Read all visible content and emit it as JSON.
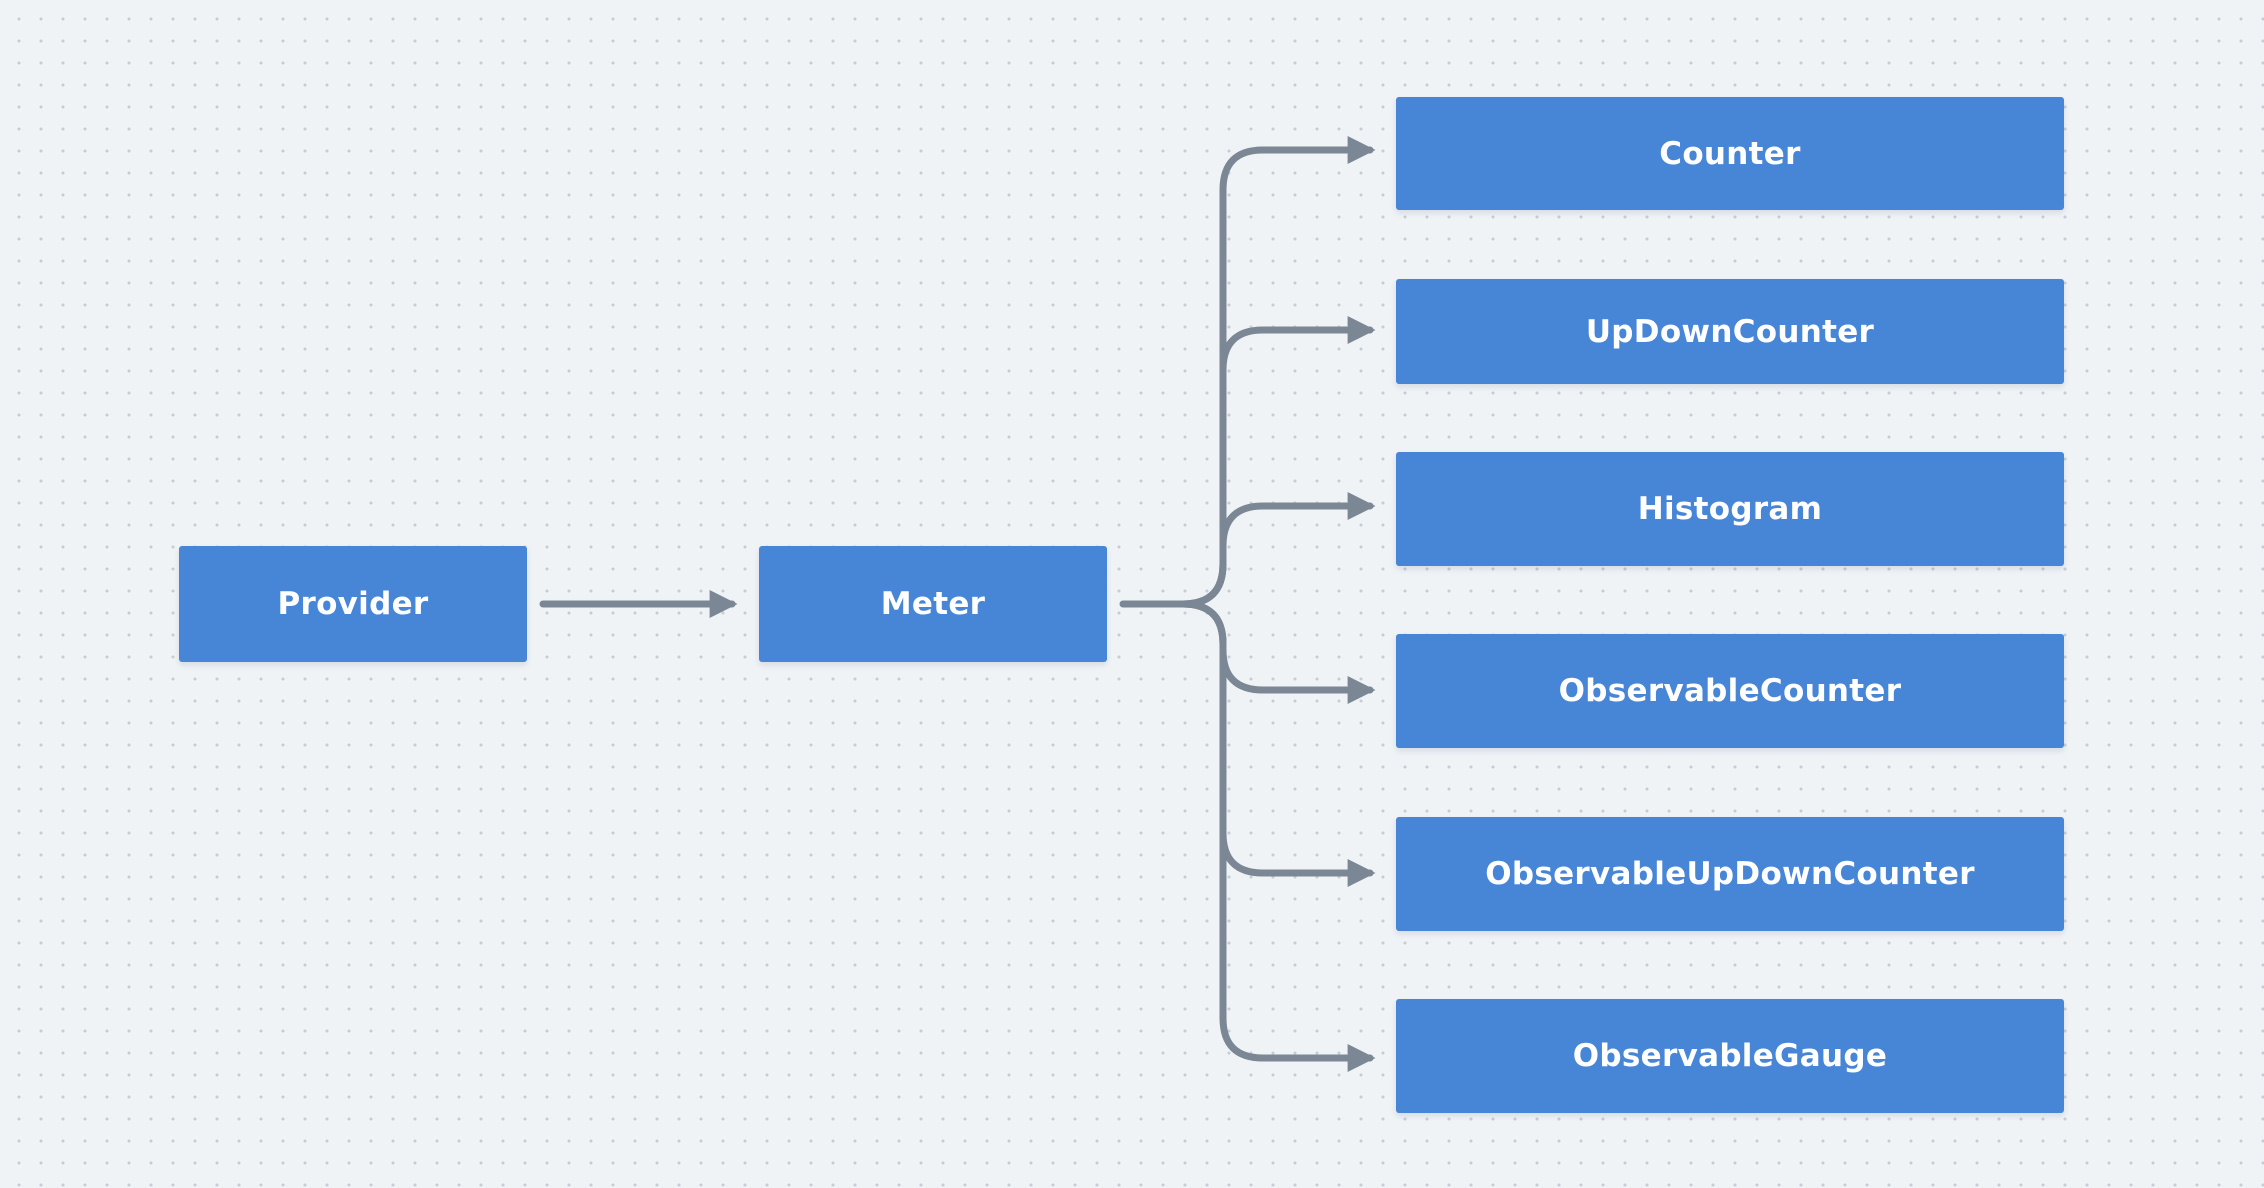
{
  "colors": {
    "background": "#eff3f6",
    "node_fill": "#4785d6",
    "node_text": "#ffffff",
    "connector": "#7b8794"
  },
  "nodes": {
    "provider": "Provider",
    "meter": "Meter",
    "instruments": [
      "Counter",
      "UpDownCounter",
      "Histogram",
      "ObservableCounter",
      "ObservableUpDownCounter",
      "ObservableGauge"
    ]
  },
  "edges": [
    {
      "from": "Provider",
      "to": "Meter"
    },
    {
      "from": "Meter",
      "to": "Counter"
    },
    {
      "from": "Meter",
      "to": "UpDownCounter"
    },
    {
      "from": "Meter",
      "to": "Histogram"
    },
    {
      "from": "Meter",
      "to": "ObservableCounter"
    },
    {
      "from": "Meter",
      "to": "ObservableUpDownCounter"
    },
    {
      "from": "Meter",
      "to": "ObservableGauge"
    }
  ]
}
